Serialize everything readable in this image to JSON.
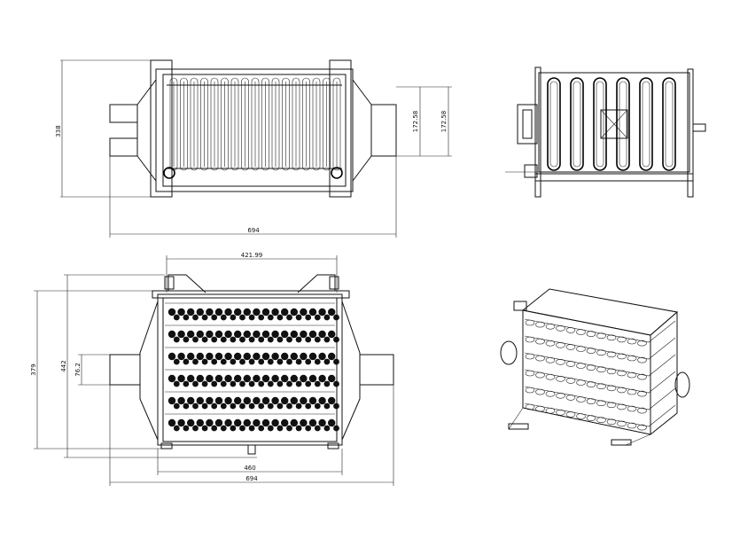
{
  "dimensions": {
    "top_view": {
      "height": "338",
      "width": "694",
      "outlet_a": "172.58",
      "outlet_b": "172.58"
    },
    "front_view": {
      "top_width": "421.99",
      "height_outer": "379",
      "height_inner": "442",
      "pipe_diameter": "76.2",
      "body_width": "460",
      "overall_width": "694"
    }
  },
  "colors": {
    "line": "#111111",
    "background": "#ffffff"
  }
}
